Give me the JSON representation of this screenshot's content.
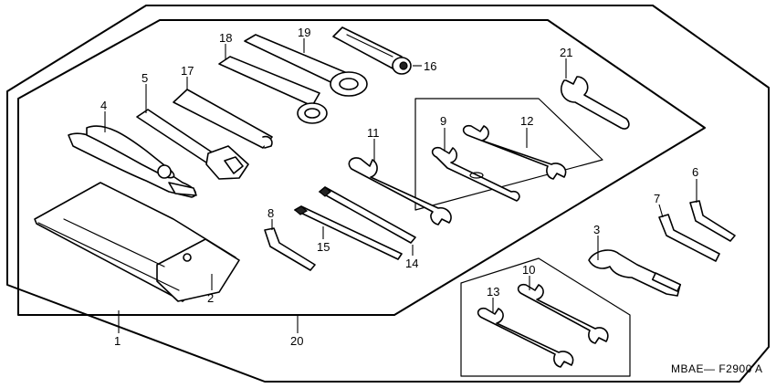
{
  "diagram_code": "MBAE— F2900  A",
  "callouts": [
    "1",
    "2",
    "3",
    "4",
    "5",
    "6",
    "7",
    "8",
    "9",
    "10",
    "11",
    "12",
    "13",
    "14",
    "15",
    "16",
    "17",
    "18",
    "19",
    "20",
    "21"
  ]
}
